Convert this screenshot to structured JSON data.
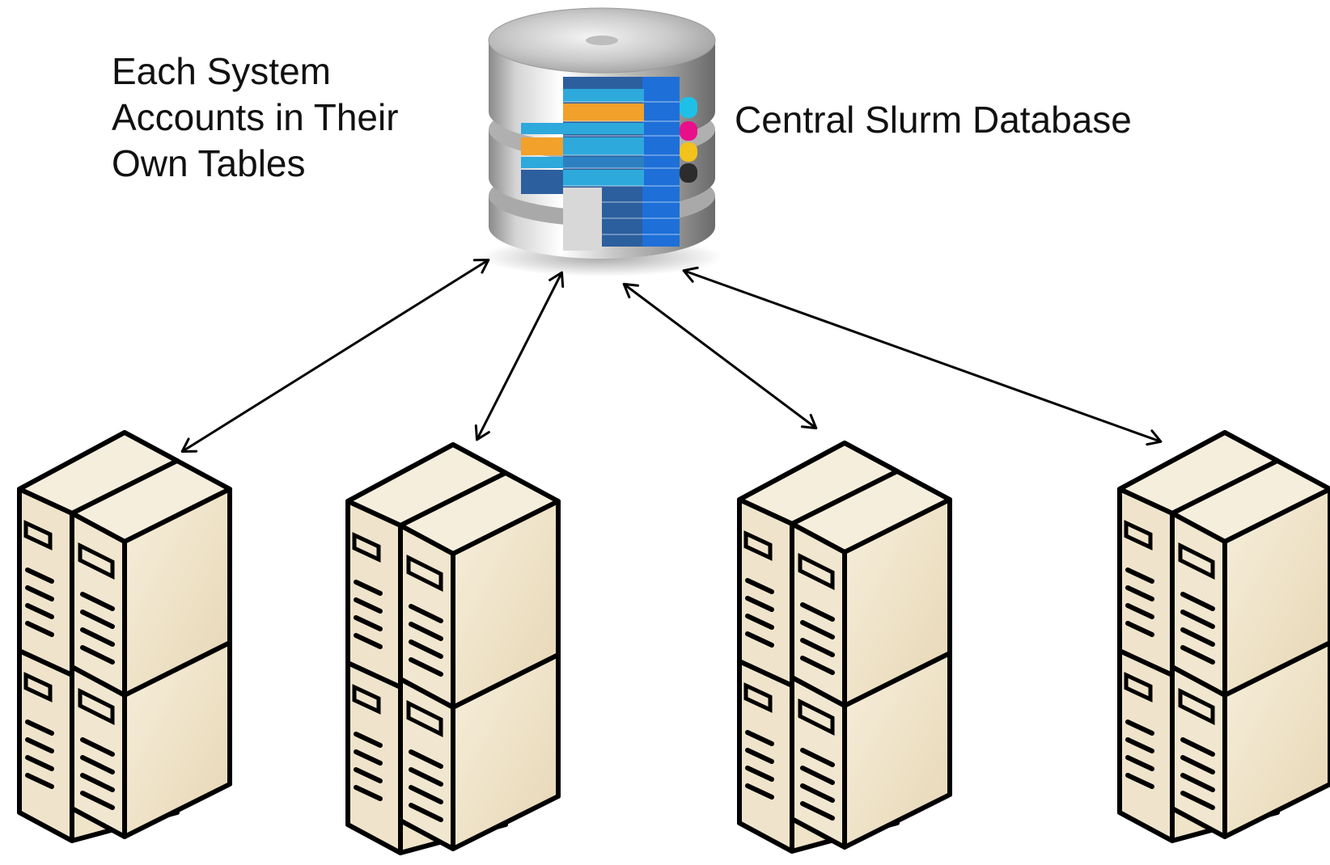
{
  "labels": {
    "left_lines": [
      "Each System",
      "Accounts in Their",
      "Own Tables"
    ],
    "right": "Central Slurm Database"
  },
  "database": {
    "icon": "database-icon",
    "stripe_colors": [
      "#f2a12a",
      "#1ec0e8",
      "#e8108a",
      "#f4c21c",
      "#2c2c2c",
      "#1e6fd8",
      "#2ea9dc"
    ]
  },
  "systems": [
    {
      "icon": "server-rack-icon"
    },
    {
      "icon": "server-rack-icon"
    },
    {
      "icon": "server-rack-icon"
    },
    {
      "icon": "server-rack-icon"
    }
  ],
  "connections": {
    "style": "double-headed-arrow",
    "count": 4
  },
  "colors": {
    "server_fill": "#efe3c8",
    "server_fill_light": "#f7efdc",
    "server_fill_shade": "#e4d4b0",
    "outline": "#000000",
    "text": "#111111"
  }
}
